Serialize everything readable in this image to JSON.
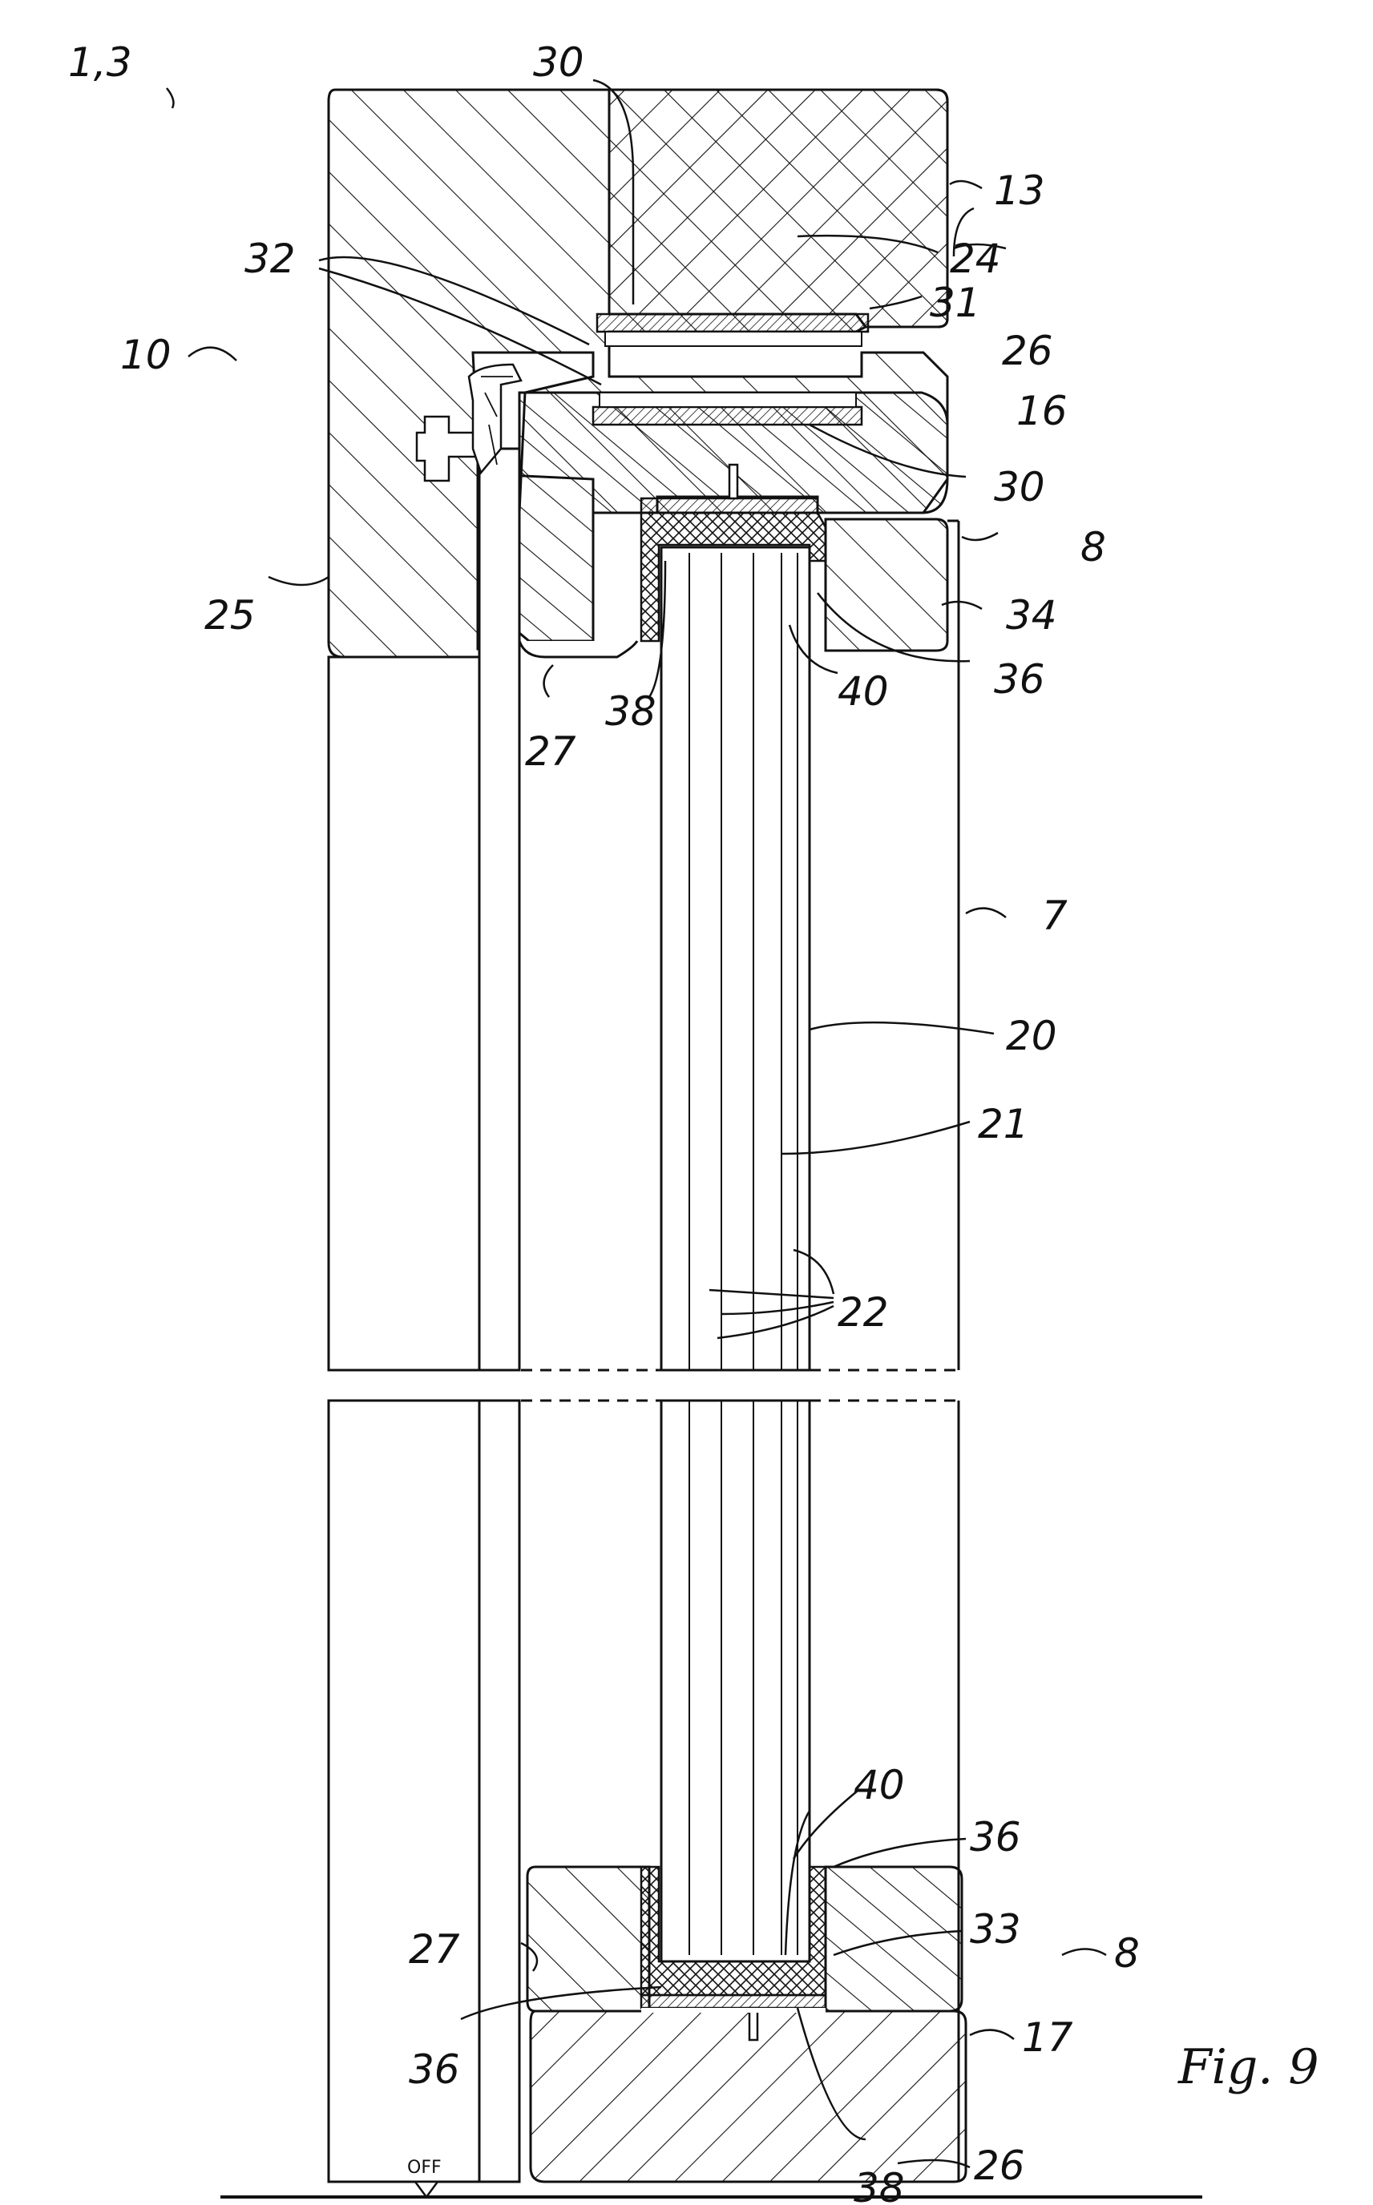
{
  "figure": {
    "caption": "Fig. 9",
    "floor_marker": "OFF",
    "ref_group": "1,3"
  },
  "labels": {
    "l30_top": "30",
    "l13": "13",
    "l32": "32",
    "l24": "24",
    "l31": "31",
    "l10": "10",
    "l26_top": "26",
    "l16": "16",
    "l30_bottom": "30",
    "l8_top": "8",
    "l25": "25",
    "l34": "34",
    "l36_top": "36",
    "l40_top": "40",
    "l38_top": "38",
    "l27_top": "27",
    "l7": "7",
    "l20": "20",
    "l21": "21",
    "l22": "22",
    "l40_bottom": "40",
    "l36_bottom_right": "36",
    "l27_bottom": "27",
    "l33": "33",
    "l8_bottom": "8",
    "l17": "17",
    "l36_bottom_left": "36",
    "l26_bottom": "26",
    "l38_bottom": "38"
  },
  "colors": {
    "ink": "#111111",
    "paper": "#ffffff"
  }
}
